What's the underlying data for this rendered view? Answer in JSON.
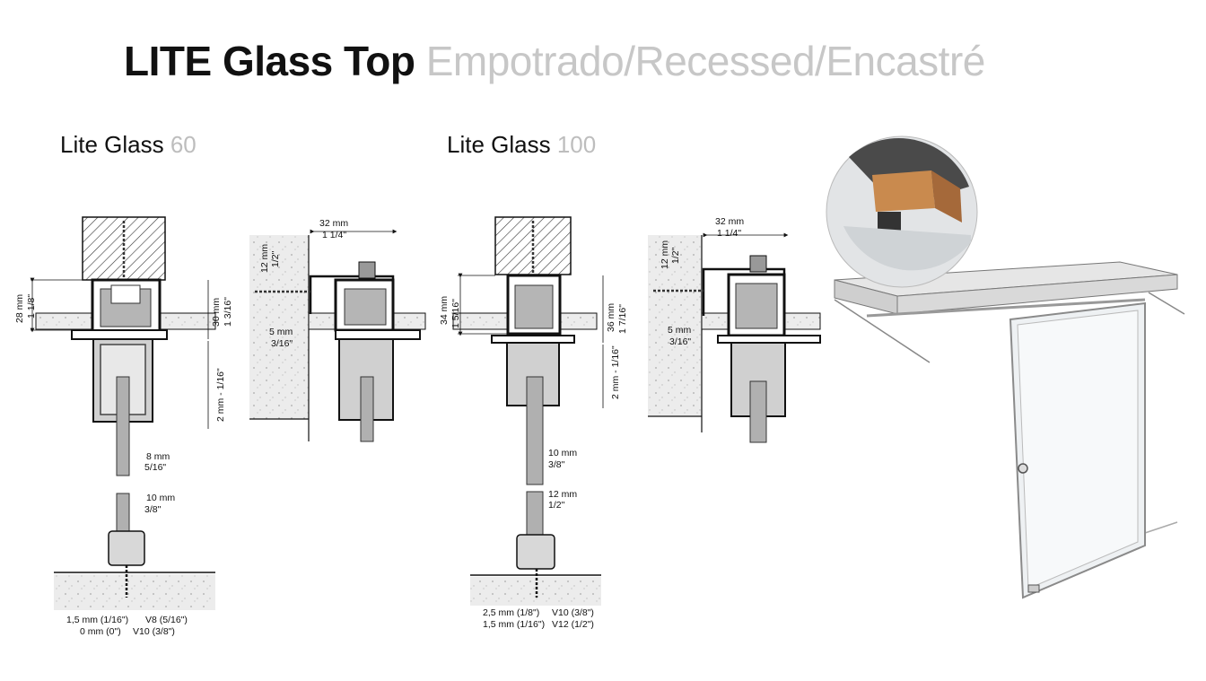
{
  "title": {
    "bold": "LITE Glass Top",
    "light": "Empotrado/Recessed/Encastré"
  },
  "sections": [
    {
      "label": "Lite Glass",
      "size": "60"
    },
    {
      "label": "Lite Glass",
      "size": "100"
    }
  ],
  "lg60": {
    "h_left_mm": "28 mm",
    "h_left_in": "1 1/8\"",
    "h_right_mm": "30 mm",
    "h_right_in": "1 3/16\"",
    "gap": "2 mm - 1/16\"",
    "glass_a_mm": "8 mm",
    "glass_a_in": "5/16\"",
    "glass_b_mm": "10 mm",
    "glass_b_in": "3/8\"",
    "foot_1": "1,5 mm (1/16\")",
    "foot_2": "0 mm (0\")",
    "foot_3": "V8 (5/16\")",
    "foot_4": "V10 (3/8\")",
    "side_top_mm": "32 mm",
    "side_top_in": "1 1/4\"",
    "side_v_mm": "12 mm",
    "side_v_in": "1/2\"",
    "side_gap_mm": "5 mm",
    "side_gap_in": "3/16\""
  },
  "lg100": {
    "h_left_mm": "34 mm",
    "h_left_in": "1 5/16\"",
    "h_right_mm": "36 mm",
    "h_right_in": "1 7/16\"",
    "gap": "2 mm - 1/16\"",
    "glass_a_mm": "10 mm",
    "glass_a_in": "3/8\"",
    "glass_b_mm": "12 mm",
    "glass_b_in": "1/2\"",
    "foot_1": "2,5 mm (1/8\")",
    "foot_2": "1,5 mm (1/16\")",
    "foot_3": "V10 (3/8\")",
    "foot_4": "V12 (1/2\")",
    "side_top_mm": "32 mm",
    "side_top_in": "1 1/4\"",
    "side_v_mm": "12 mm",
    "side_v_in": "1/2\"",
    "side_gap_mm": "5 mm",
    "side_gap_in": "3/16\""
  },
  "colors": {
    "ink": "#111111",
    "profile": "#8e8e8e",
    "concrete": "#ececec",
    "glass": "#dcdcdc"
  }
}
